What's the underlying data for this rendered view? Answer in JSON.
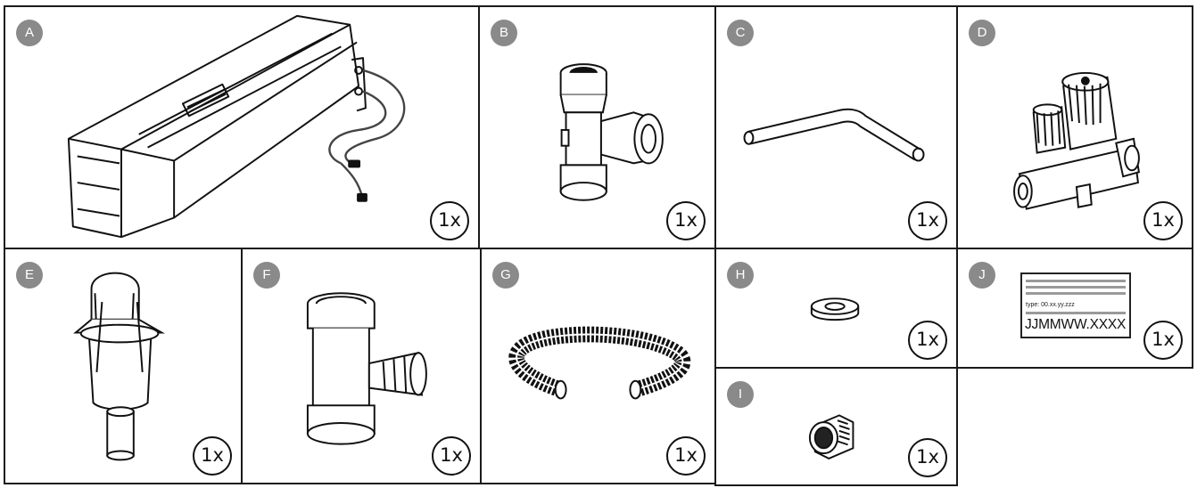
{
  "parts": [
    {
      "letter": "A",
      "quantity": "1x"
    },
    {
      "letter": "B",
      "quantity": "1x"
    },
    {
      "letter": "C",
      "quantity": "1x"
    },
    {
      "letter": "D",
      "quantity": "1x"
    },
    {
      "letter": "E",
      "quantity": "1x"
    },
    {
      "letter": "F",
      "quantity": "1x"
    },
    {
      "letter": "G",
      "quantity": "1x"
    },
    {
      "letter": "H",
      "quantity": "1x"
    },
    {
      "letter": "I",
      "quantity": "1x"
    },
    {
      "letter": "J",
      "quantity": "1x"
    }
  ],
  "label_sticker": {
    "type_text": "type:  00.xx.yy.zzz",
    "code_text": "JJMMWW.XXXX"
  }
}
